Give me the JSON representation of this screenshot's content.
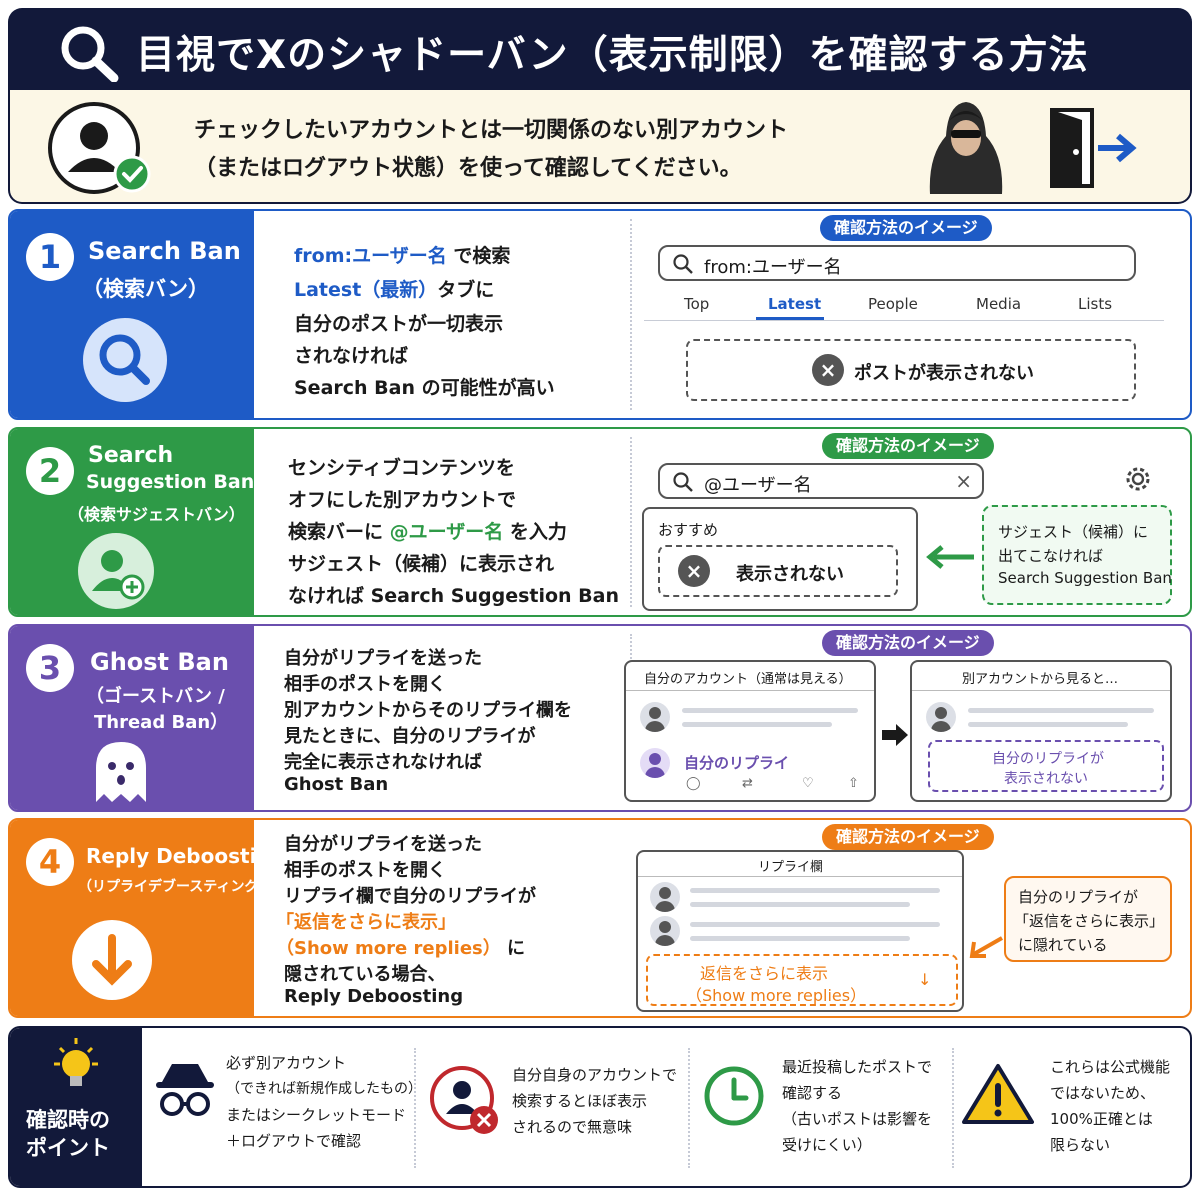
{
  "header": {
    "title": "目視でXのシャドーバン（表示制限）を確認する方法"
  },
  "intro": {
    "line1": "チェックしたいアカウントとは一切関係のない別アカウント",
    "line2": "（またはログアウト状態）を使って確認してください。"
  },
  "sections": [
    {
      "number": "1",
      "title": "Search Ban",
      "subtitle": "（検索バン）",
      "badge": "確認方法のイメージ",
      "desc": {
        "l1a": "from:ユーザー名",
        "l1b": " で検索",
        "l2a": "Latest（最新）",
        "l2b": "タブに",
        "l3": "自分のポストが一切表示",
        "l4": "されなければ",
        "l5": "Search Ban の可能性が高い"
      },
      "mock": {
        "search_value": "from:ユーザー名",
        "tabs": [
          "Top",
          "Latest",
          "People",
          "Media",
          "Lists"
        ],
        "active_tab": "Latest",
        "empty_text": "ポストが表示されない"
      }
    },
    {
      "number": "2",
      "title_line1": "Search",
      "title_line2": "Suggestion Ban",
      "subtitle": "（検索サジェストバン）",
      "badge": "確認方法のイメージ",
      "desc": {
        "l1": "センシティブコンテンツを",
        "l2": "オフにした別アカウントで",
        "l3a": "検索バーに ",
        "l3b": "@ユーザー名",
        "l3c": " を入力",
        "l4": "サジェスト（候補）に表示され",
        "l5": "なければ Search Suggestion Ban"
      },
      "mock": {
        "search_value": "@ユーザー名",
        "recommend_label": "おすすめ",
        "empty_text": "表示されない",
        "note_l1": "サジェスト（候補）に",
        "note_l2": "出てこなければ",
        "note_l3": "Search Suggestion Ban"
      }
    },
    {
      "number": "3",
      "title": "Ghost Ban",
      "subtitle_l1": "（ゴーストバン /",
      "subtitle_l2": "Thread Ban）",
      "badge": "確認方法のイメージ",
      "desc": {
        "l1": "自分がリプライを送った",
        "l2": "相手のポストを開く",
        "l3": "別アカウントからそのリプライ欄を",
        "l4": "見たときに、自分のリプライが",
        "l5": "完全に表示されなければ",
        "l6": "Ghost Ban"
      },
      "mock": {
        "own_header": "自分のアカウント（通常は見える）",
        "own_reply": "自分のリプライ",
        "other_header": "別アカウントから見ると…",
        "hidden_l1": "自分のリプライが",
        "hidden_l2": "表示されない"
      }
    },
    {
      "number": "4",
      "title": "Reply Deboosting",
      "subtitle": "（リプライデブースティング）",
      "badge": "確認方法のイメージ",
      "desc": {
        "l1": "自分がリプライを送った",
        "l2": "相手のポストを開く",
        "l3": "リプライ欄で自分のリプライが",
        "l4": "「返信をさらに表示」",
        "l5a": "（Show more replies）",
        "l5b": " に",
        "l6": "隠されている場合、",
        "l7": "Reply Deboosting"
      },
      "mock": {
        "header": "リプライ欄",
        "more_l1": "返信をさらに表示",
        "more_l2": "（Show more replies）",
        "note_l1": "自分のリプライが",
        "note_l2": "「返信をさらに表示」",
        "note_l3": "に隠れている"
      }
    }
  ],
  "footer": {
    "title_l1": "確認時の",
    "title_l2": "ポイント",
    "tips": [
      {
        "icon": "incognito-icon",
        "lines": [
          "必ず別アカウント",
          "（できれば新規作成したもの）",
          "またはシークレットモード",
          "＋ログアウトで確認"
        ]
      },
      {
        "icon": "user-blocked-icon",
        "lines": [
          "自分自身のアカウントで",
          "検索するとほぼ表示",
          "されるので無意味"
        ]
      },
      {
        "icon": "clock-icon",
        "lines": [
          "最近投稿したポストで",
          "確認する",
          "（古いポストは影響を",
          "受けにくい）"
        ]
      },
      {
        "icon": "warning-icon",
        "lines": [
          "これらは公式機能",
          "ではないため、",
          "100%正確とは",
          "限らない"
        ]
      }
    ]
  },
  "colors": {
    "navy": "#12193a",
    "blue": "#1e5bc6",
    "green": "#2e9a47",
    "purple": "#6a4fae",
    "orange": "#ee7d16"
  }
}
